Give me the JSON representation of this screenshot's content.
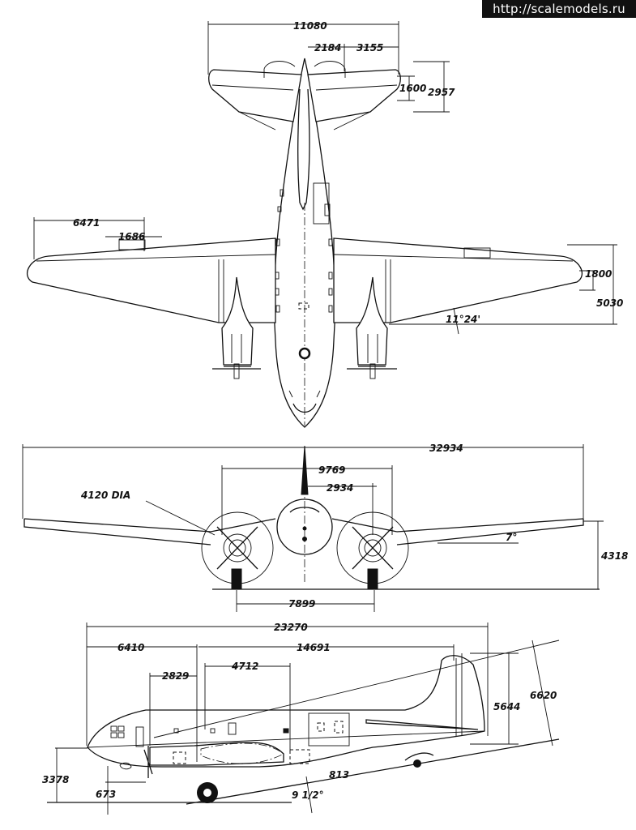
{
  "watermark": "http://scalemodels.ru",
  "views": {
    "top": {
      "name": "plan view",
      "dimensions": {
        "tailplane_span": "11080",
        "elevator_inner": "2184",
        "elevator_outer": "3155",
        "tail_chord_tip": "1600",
        "tail_chord_root": "2957",
        "aileron_length": "6471",
        "aileron_tab": "1686",
        "wing_tip_chord": "1800",
        "wing_root_chord": "5030",
        "sweep_angle": "11°24'"
      }
    },
    "front": {
      "name": "front view",
      "dimensions": {
        "wingspan": "32934",
        "prop_diameter": "4120 DIA",
        "engine_spacing": "9769",
        "fuselage_half": "2934",
        "dihedral": "7°",
        "height_tip": "4318",
        "track": "7899"
      }
    },
    "side": {
      "name": "side view",
      "dimensions": {
        "length": "23270",
        "nose_to_wing": "6410",
        "wing_to_tail": "14691",
        "nose_section": "2829",
        "wing_chord": "4712",
        "fin_height": "5644",
        "overall_height": "6620",
        "ground_clearance_nose": "3378",
        "prop_clearance": "673",
        "fuselage_offset": "813",
        "ground_angle": "9 1/2°"
      }
    }
  }
}
